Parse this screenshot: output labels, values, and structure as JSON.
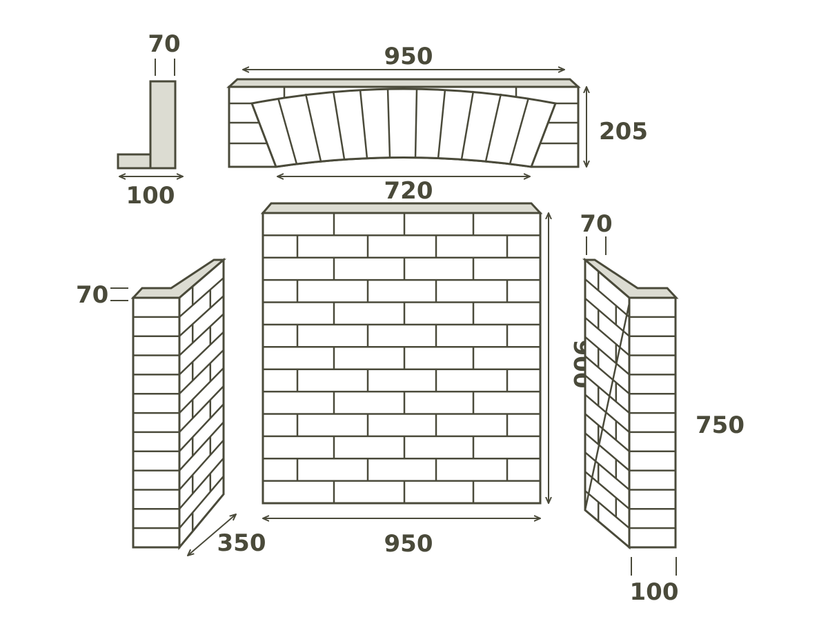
{
  "colors": {
    "stroke": "#4a4a3a",
    "fill_brick": "#ffffff",
    "fill_cap": "#dcdcd2",
    "text": "#4a4a3a"
  },
  "dimensions": {
    "arch_width": "950",
    "arch_height": "205",
    "arch_opening": "720",
    "profile_thickness": "70",
    "profile_depth": "100",
    "back_wall_width": "950",
    "back_wall_height": "900",
    "left_pillar_cap": "70",
    "left_pillar_depth": "350",
    "right_pillar_thickness": "70",
    "right_pillar_height": "750",
    "right_pillar_width": "100"
  }
}
